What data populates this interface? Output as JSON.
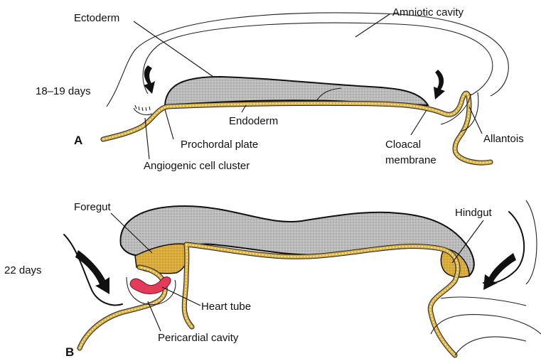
{
  "colors": {
    "ectoderm": "#b8b8b8",
    "endoderm": "#d9ad3c",
    "heart_tube": "#e33b5a",
    "outline": "#111111"
  },
  "panel_a": {
    "letter": "A",
    "age": "18–19 days",
    "labels": {
      "ectoderm": "Ectoderm",
      "amniotic_cavity": "Amniotic cavity",
      "endoderm": "Endoderm",
      "prochordal_plate": "Prochordal plate",
      "angiogenic_cluster": "Angiogenic cell cluster",
      "cloacal_membrane_1": "Cloacal",
      "cloacal_membrane_2": "membrane",
      "allantois": "Allantois"
    }
  },
  "panel_b": {
    "letter": "B",
    "age": "22 days",
    "labels": {
      "foregut": "Foregut",
      "hindgut": "Hindgut",
      "heart_tube": "Heart tube",
      "pericardial_cavity": "Pericardial cavity"
    }
  }
}
